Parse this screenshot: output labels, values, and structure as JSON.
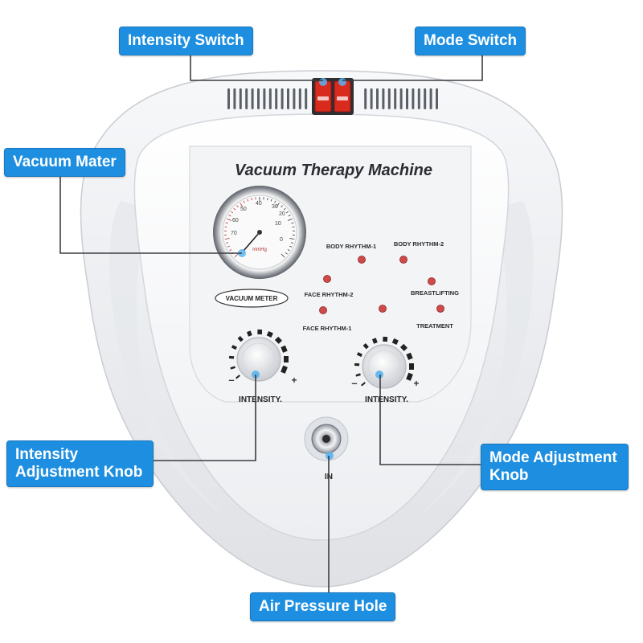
{
  "colors": {
    "callout_bg": "#1e8fe0",
    "device_body": "#eeeff2",
    "switch_red": "#d92a1e",
    "indicator_led": "#d14a4a"
  },
  "device": {
    "title": "Vacuum Therapy Machine",
    "gauge_label": "VACUUM METER",
    "gauge_ticks": [
      "10",
      "20",
      "30",
      "40",
      "50",
      "60",
      "70",
      "0"
    ],
    "gauge_units": "mmHg",
    "modes": {
      "body_rhythm_1": "BODY RHYTHM-1",
      "body_rhythm_2": "BODY RHYTHM-2",
      "face_rhythm_2": "FACE RHYTHM-2",
      "breastlifting": "BREASTLIFTING",
      "face_rhythm_1": "FACE RHYTHM-1",
      "treatment": "TREATMENT"
    },
    "knob_left_label": "INTENSITY.",
    "knob_right_label": "INTENSITY.",
    "minus": "–",
    "plus": "+",
    "inlet_label": "IN"
  },
  "callouts": {
    "intensity_switch": "Intensity Switch",
    "mode_switch": "Mode Switch",
    "vacuum_mater": "Vacuum Mater",
    "intensity_knob_line1": "Intensity",
    "intensity_knob_line2": "Adjustment Knob",
    "mode_knob_line1": "Mode Adjustment",
    "mode_knob_line2": "Knob",
    "air_pressure_hole": "Air Pressure Hole"
  }
}
